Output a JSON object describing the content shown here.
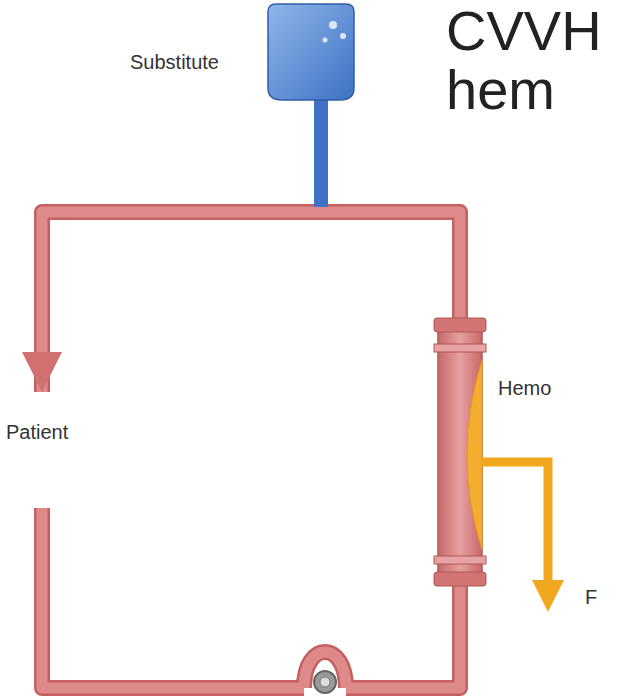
{
  "diagram": {
    "title": "CVVH hem",
    "labels": [
      "Substitute",
      "Patient",
      "Hemo",
      "F"
    ]
  }
}
